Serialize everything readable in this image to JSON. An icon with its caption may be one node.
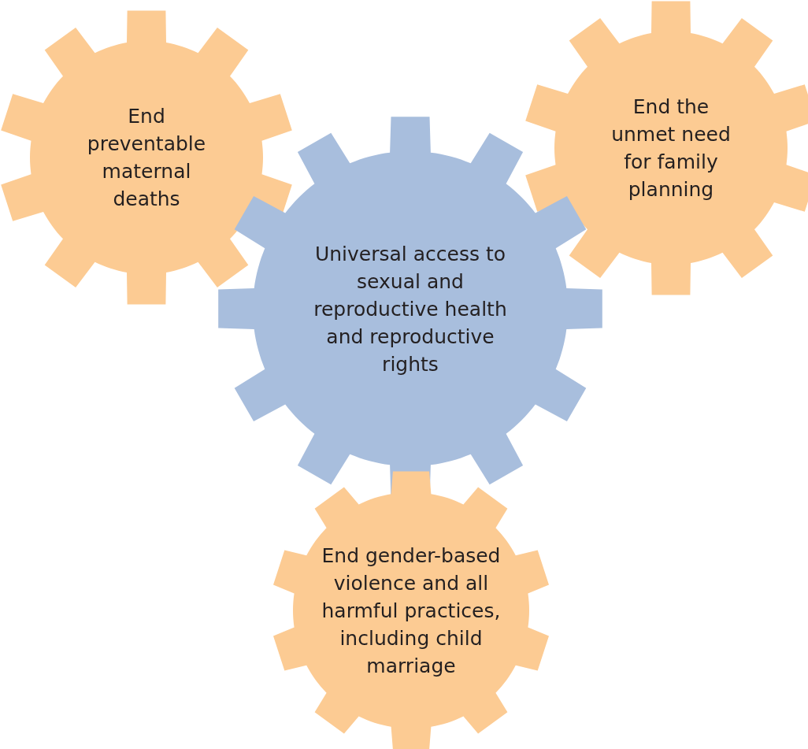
{
  "diagram": {
    "nodes": [
      {
        "text": [
          "End preventable maternal deaths"
        ]
      },
      {
        "text": [
          "End the unmet need for family planning"
        ]
      },
      {
        "text": [
          "Universal access to sexual and reproductive health and reproductive rights"
        ]
      },
      {
        "text": [
          "End gender-based violence and all harmful practices, including child marriage"
        ]
      }
    ]
  }
}
